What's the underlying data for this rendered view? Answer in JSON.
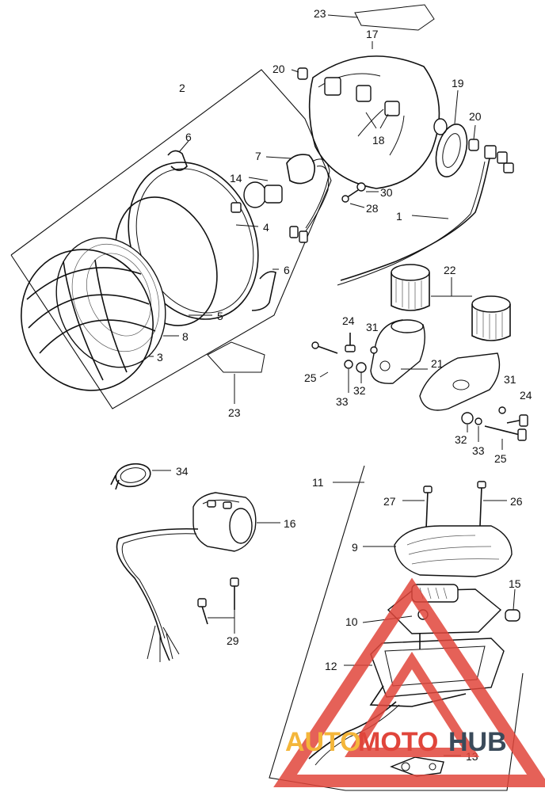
{
  "callouts": {
    "c1": "1",
    "c2": "2",
    "c3": "3",
    "c4": "4",
    "c5": "5",
    "c6a": "6",
    "c6b": "6",
    "c7": "7",
    "c8": "8",
    "c9": "9",
    "c10": "10",
    "c11": "11",
    "c12": "12",
    "c13": "13",
    "c14": "14",
    "c15": "15",
    "c16": "16",
    "c17": "17",
    "c18": "18",
    "c19": "19",
    "c20a": "20",
    "c20b": "20",
    "c21": "21",
    "c22": "22",
    "c23a": "23",
    "c23b": "23",
    "c24a": "24",
    "c24b": "24",
    "c25a": "25",
    "c25b": "25",
    "c26": "26",
    "c27": "27",
    "c28": "28",
    "c29": "29",
    "c30": "30",
    "c31a": "31",
    "c31b": "31",
    "c32a": "32",
    "c32b": "32",
    "c33a": "33",
    "c33b": "33",
    "c34": "34"
  },
  "watermark": {
    "text_auto": "AUTO",
    "text_moto": "MOTO",
    "text_hub": "HUB",
    "color_red": "#e0453b",
    "color_yellow": "#f4b63a",
    "color_dark": "#3a4a5a"
  }
}
